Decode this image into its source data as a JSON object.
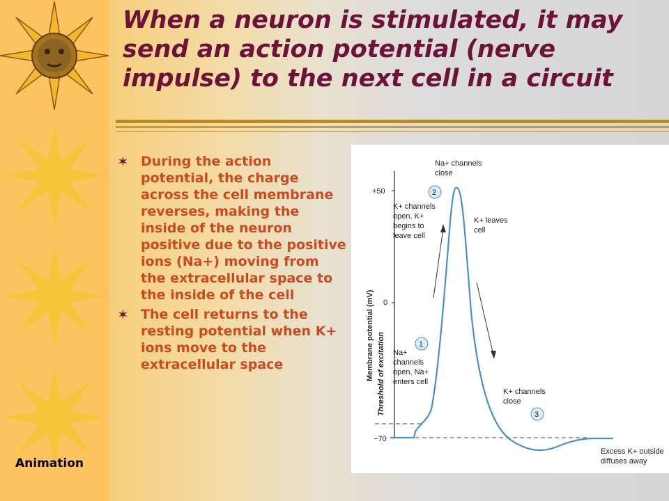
{
  "slide": {
    "title": "When a neuron is stimulated, it may send an action potential (nerve impulse) to the next cell in a circuit",
    "animation_label": "Animation",
    "bullets": [
      {
        "text": "During the action potential, the charge across the cell membrane reverses, making the inside of the neuron positive due to the positive ions (Na+) moving from the extracellular space to the inside of the cell"
      },
      {
        "text": "The cell returns to the resting potential when K+ ions move to the extracellular space"
      }
    ],
    "bullet_symbol": "✶",
    "colors": {
      "title": "#6d1238",
      "bullet_text": "#cc4a1e",
      "sidebar": "#fdc35e",
      "curve": "#4a90c8"
    }
  },
  "figure": {
    "y_axis_label": "Membrane potential (mV)",
    "threshold_label": "Threshold of excitation",
    "ticks": [
      "+50",
      "0",
      "−70"
    ],
    "steps": [
      {
        "num": "1",
        "label": [
          "Na+",
          "channels",
          "open, Na+",
          "enters cell"
        ]
      },
      {
        "num": "2",
        "label": [
          "K+ channels",
          "open, K+",
          "begins to",
          "leave cell"
        ]
      },
      {
        "num": "3",
        "label": [
          "K+ channels",
          "close"
        ]
      }
    ],
    "na_close": [
      "Na+ channels",
      "close"
    ],
    "k_leaves": [
      "K+ leaves",
      "cell"
    ],
    "excess": [
      "Excess K+ outside",
      "diffuses away"
    ]
  }
}
